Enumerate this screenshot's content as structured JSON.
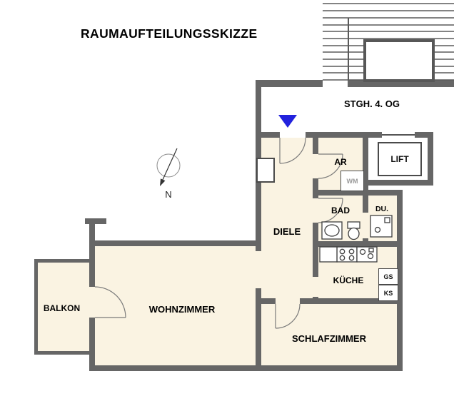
{
  "title": "RAUMAUFTEILUNGSSKIZZE",
  "stairwell": {
    "label": "STGH. 4. OG",
    "lift": "LIFT"
  },
  "rooms": {
    "diele": "DIELE",
    "ar": "AR",
    "bad": "BAD",
    "du": "DU.",
    "kueche": "KÜCHE",
    "schlafzimmer": "SCHLAFZIMMER",
    "wohnzimmer": "WOHNZIMMER",
    "balkon": "BALKON"
  },
  "labels": {
    "wm": "WM",
    "gs": "GS",
    "ks": "KS",
    "north": "N"
  },
  "colors": {
    "wall": "#666666",
    "room_fill": "#faf3e2",
    "entrance_marker": "#2222dd",
    "line": "#555555"
  }
}
